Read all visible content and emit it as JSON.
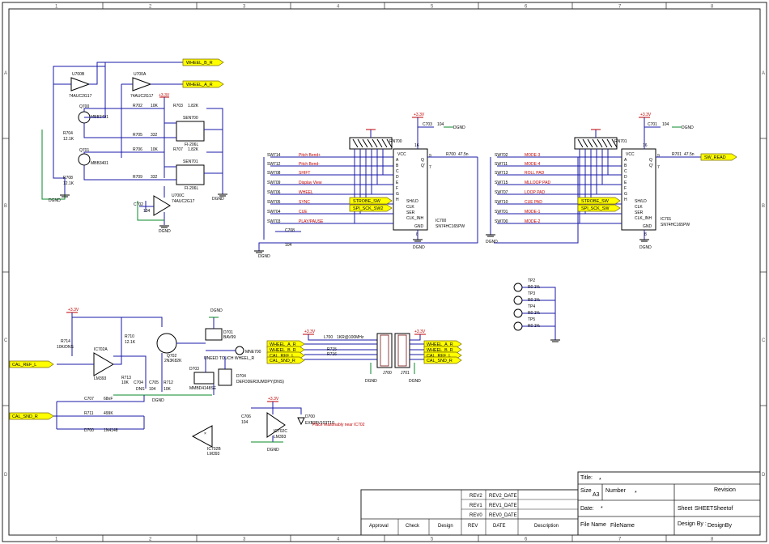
{
  "frame": {
    "columns": [
      "1",
      "2",
      "3",
      "4",
      "5",
      "6",
      "7",
      "8"
    ],
    "rows": [
      "A",
      "B",
      "C",
      "D"
    ]
  },
  "components": {
    "u700b": {
      "ref": "U700B",
      "part": "74AUC2G17"
    },
    "u700a": {
      "ref": "U700A",
      "part": "74AUC2G17"
    },
    "u700c": {
      "ref": "U700C",
      "part": "74AUC2G17"
    },
    "q700": {
      "ref": "Q700",
      "part": "MBB3401"
    },
    "q701": {
      "ref": "Q701",
      "part": "MBB3401"
    },
    "r702": {
      "ref": "R702",
      "val": "10K"
    },
    "r703": {
      "ref": "R703",
      "val": "1.82K"
    },
    "r704": {
      "ref": "R704",
      "val": "12.1K"
    },
    "r705": {
      "ref": "R705",
      "val": "332"
    },
    "r706": {
      "ref": "R706",
      "val": "10K"
    },
    "r707": {
      "ref": "R707",
      "val": "1.82K"
    },
    "r708": {
      "ref": "R708",
      "val": "12.1K"
    },
    "r709": {
      "ref": "R709",
      "val": "332"
    },
    "sen700": {
      "ref": "SEN700",
      "part": "FI-206L"
    },
    "sen701": {
      "ref": "SEN701",
      "part": "FI-206L"
    },
    "c702": {
      "ref": "C702",
      "val": "104"
    },
    "rn700": {
      "ref": "RN700"
    },
    "rn701": {
      "ref": "RN701"
    },
    "ic700": {
      "ref": "IC700",
      "part": "SN74HC165PW",
      "text": "IC700\nSN74HC165PW"
    },
    "ic701": {
      "ref": "IC701",
      "part": "SN74HC165PW"
    },
    "c703": {
      "ref": "C703",
      "val": "104"
    },
    "c708": {
      "ref": "C708",
      "val": "104"
    },
    "c701": {
      "ref": "C701",
      "val": "104"
    },
    "r700": {
      "ref": "R700",
      "val": "47.5n"
    },
    "r701": {
      "ref": "R701",
      "val": "47.5n"
    },
    "ic702a": {
      "ref": "IC702A",
      "part": "LM393"
    },
    "ic702b": {
      "ref": "IC702B",
      "part": "LM393"
    },
    "ic702c": {
      "ref": "IC702C",
      "part": "LM393"
    },
    "q702": {
      "ref": "Q702",
      "part": "2N3K82K"
    },
    "r714": {
      "ref": "R714",
      "val": "10K/DNS"
    },
    "r710": {
      "ref": "R710",
      "val": "12.1K"
    },
    "r713": {
      "ref": "R713",
      "val": "10K"
    },
    "r712": {
      "ref": "R712",
      "val": "10K"
    },
    "c704": {
      "ref": "C704",
      "val": "DNS"
    },
    "c705": {
      "ref": "C705",
      "val": "104"
    },
    "d703": {
      "ref": "D703",
      "part": "MMBD4148SE"
    },
    "d704": {
      "ref": "D704",
      "part": "DEFDDER3UMDPY(DNS)"
    },
    "d701": {
      "ref": "D701",
      "part": "BAV99"
    },
    "mne700": {
      "ref": "MNE700"
    },
    "c707": {
      "ref": "C707",
      "val": "68nF"
    },
    "r711": {
      "ref": "R711",
      "val": "499K"
    },
    "d700": {
      "ref": "D700",
      "part": "1N4148"
    },
    "c706": {
      "ref": "C706",
      "val": "104"
    },
    "dz700": {
      "ref": "D700",
      "part": "EXB28V103T10"
    },
    "l700": {
      "ref": "L700",
      "val": "1KR@100MHz"
    },
    "r715": {
      "ref": "R715"
    },
    "r716": {
      "ref": "R716"
    }
  },
  "labels": {
    "vcc": "+3.3V",
    "dgnd": "DGND",
    "wheel_note": "UNEED TOUCH WHEEL_R",
    "place_note": "Place reasonably near IC702"
  },
  "ic_pins": {
    "left": [
      "A",
      "B",
      "C",
      "D",
      "E",
      "F",
      "G",
      "H"
    ],
    "ctrl": [
      "SH/LD",
      "CLK",
      "SER",
      "CLK_INH"
    ],
    "right": [
      "Q",
      "Q'"
    ],
    "vcc": "VCC",
    "gnd": "GND",
    "pin16": "16",
    "pin8": "8",
    "pin9": "9",
    "pin7": "7"
  },
  "switches_left": [
    {
      "ref": "SW714",
      "name": "Pitch Bend+"
    },
    {
      "ref": "SW712",
      "name": "Pitch Bend-"
    },
    {
      "ref": "SW708",
      "name": "SHIFT"
    },
    {
      "ref": "SW709",
      "name": "Display View"
    },
    {
      "ref": "SW706",
      "name": "WHEEL"
    },
    {
      "ref": "SW705",
      "name": "SYNC"
    },
    {
      "ref": "SW704",
      "name": "CUE"
    },
    {
      "ref": "SW703",
      "name": "PLAY/PAUSE"
    }
  ],
  "switches_right": [
    {
      "ref": "SW702",
      "name": "MODE-3"
    },
    {
      "ref": "SW711",
      "name": "MODE-4"
    },
    {
      "ref": "SW713",
      "name": "ROLL PAD"
    },
    {
      "ref": "SW715",
      "name": "MLLOOP PAD"
    },
    {
      "ref": "SW707",
      "name": "LOOP PAD"
    },
    {
      "ref": "SW710",
      "name": "CUE PAD"
    },
    {
      "ref": "SW701",
      "name": "MODE-1"
    },
    {
      "ref": "SW700",
      "name": "MODE-2"
    }
  ],
  "ports": {
    "wheel_b": "WHEEL_B_R",
    "wheel_a": "WHEEL_A_R",
    "strobe_sw": "STROBE_SW",
    "spi_sck_sw2": "SPI_SCK_SW2",
    "spi_sck_sw": "SPI_SCK_SW",
    "sw_read": "SW_READ",
    "cal_ref": "CAL_REF_L",
    "cal_snd": "CAL_SND_R",
    "c1": "WHEEL_A_R",
    "c2": "WHEEL_B_R",
    "c3": "CAL_REF_L",
    "c4": "CAL_SND_R",
    "k1": "WHEEL_A_R",
    "k2": "WHEEL_B_R",
    "k3": "CAL_REF_L",
    "k4": "CAL_SND_R",
    "conn_left": "J700",
    "conn_right": "J701"
  },
  "test_points": [
    {
      "ref": "TP2",
      "val": "R0 1%"
    },
    {
      "ref": "TP3",
      "val": "R0 1%"
    },
    {
      "ref": "TP4",
      "val": "R0 1%"
    },
    {
      "ref": "TP5",
      "val": "R0 1%"
    }
  ],
  "title_block": {
    "title_label": "Title:",
    "title_value": "*",
    "size_label": "Size",
    "size_value": "A3",
    "number_label": "Number",
    "number_value": "*",
    "revision_label": "Revision",
    "date_label": "Date:",
    "date_value": "*",
    "sheet_label": "Sheet",
    "sheet_value": "SHEETSheetof",
    "filename_label": "File Name",
    "filename_value": "FileName",
    "designby_label": "Design By :",
    "designby_value": "DesignBy"
  },
  "revisions": [
    {
      "rev": "REV2",
      "date": "REV2_DATE"
    },
    {
      "rev": "REV1",
      "date": "REV1_DATE"
    },
    {
      "rev": "REV0",
      "date": "REV0_DATE"
    }
  ],
  "approval_headers": [
    "Approval",
    "Check",
    "Design",
    "REV",
    "DATE",
    "Description"
  ]
}
